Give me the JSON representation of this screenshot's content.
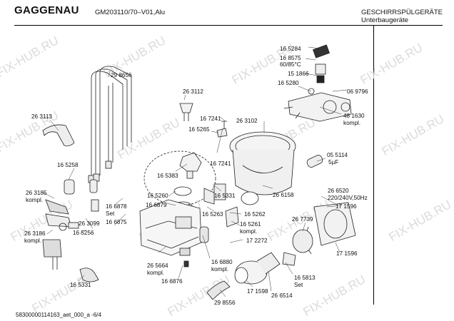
{
  "header": {
    "brand": "GAGGENAU",
    "model": "GM203110/70–V01,Alu",
    "category": "GESCHIRRSPÜLGERÄTE",
    "subcategory": "Unterbaugeräte"
  },
  "watermark": "FIX-HUB.RU",
  "footer": "58300000114163_aet_000_a   -6/4",
  "labels": [
    "16 5284",
    "16 8575",
    "60/85°C",
    "15 1866",
    "16 5280",
    "06 9796",
    "48 1630",
    "kompl.",
    "29 8656",
    "26 3112",
    "26 3113",
    "16 7241",
    "16 5265",
    "26 3102",
    "05 5114",
    "5µF",
    "16 5258",
    "16 5383",
    "16 7241",
    "26 3185",
    "kompl.",
    "16 5260",
    "16 5331",
    "26 6158",
    "16 6878",
    "16 6879",
    "26 6520",
    "220/240V,50Hz",
    "Set",
    "16 6875",
    "16 5263",
    "16 5262",
    "17 1596",
    "26 3099",
    "16 5261",
    "kompl.",
    "26 3186",
    "kompl.",
    "16 5256",
    "26 7739",
    "17 2272",
    "17 1596",
    "26 5664",
    "kompl.",
    "16 6880",
    "kompl.",
    "16 5331",
    "16 6876",
    "16 5813",
    "Set",
    "17 1598",
    "26 6514",
    "29 8556"
  ]
}
